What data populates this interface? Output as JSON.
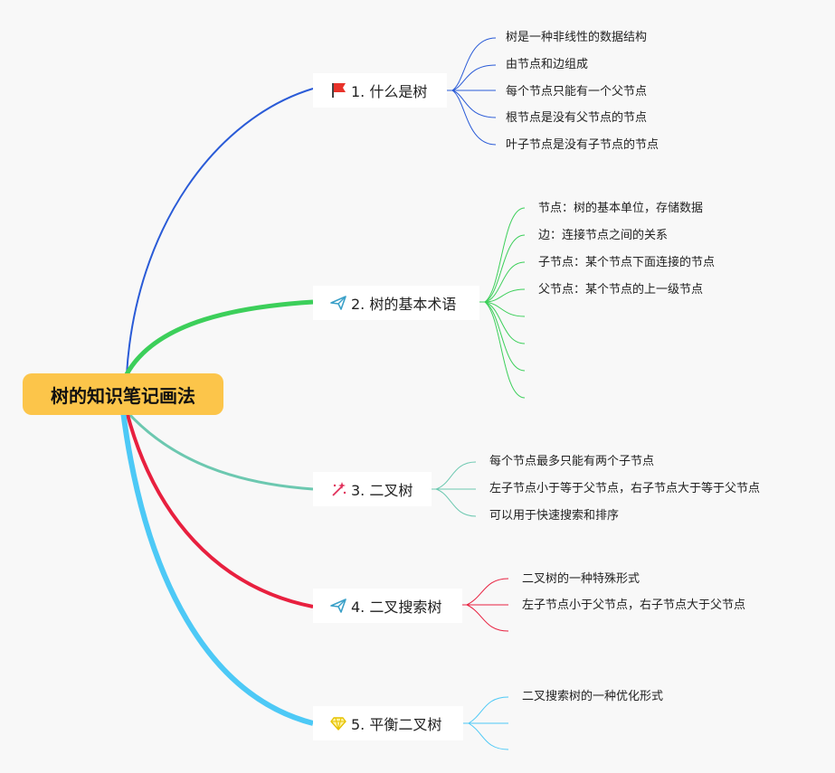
{
  "root": {
    "label": "树的知识笔记画法"
  },
  "branches": [
    {
      "label": "1. 什么是树",
      "icon": "red-flag-icon",
      "color": "#2a5bd7",
      "leaves": [
        "树是一种非线性的数据结构",
        "由节点和边组成",
        "每个节点只能有一个父节点",
        "根节点是没有父节点的节点",
        "叶子节点是没有子节点的节点"
      ]
    },
    {
      "label": "2. 树的基本术语",
      "icon": "paper-plane-icon",
      "color": "#3ccf5a",
      "leaves": [
        "节点：树的基本单位，存储数据",
        "边：连接节点之间的关系",
        "子节点：某个节点下面连接的节点",
        "父节点：某个节点的上一级节点"
      ]
    },
    {
      "label": "3. 二叉树",
      "icon": "sparkle-wand-icon",
      "color": "#6cc8b0",
      "leaves": [
        "每个节点最多只能有两个子节点",
        "左子节点小于等于父节点，右子节点大于等于父节点",
        "可以用于快速搜索和排序"
      ]
    },
    {
      "label": "4. 二叉搜索树",
      "icon": "paper-plane-icon",
      "color": "#e8203f",
      "leaves": [
        "二叉树的一种特殊形式",
        "左子节点小于父节点，右子节点大于父节点"
      ]
    },
    {
      "label": "5. 平衡二叉树",
      "icon": "diamond-icon",
      "color": "#4dc9f6",
      "leaves": [
        "二叉搜索树的一种优化形式"
      ]
    }
  ]
}
